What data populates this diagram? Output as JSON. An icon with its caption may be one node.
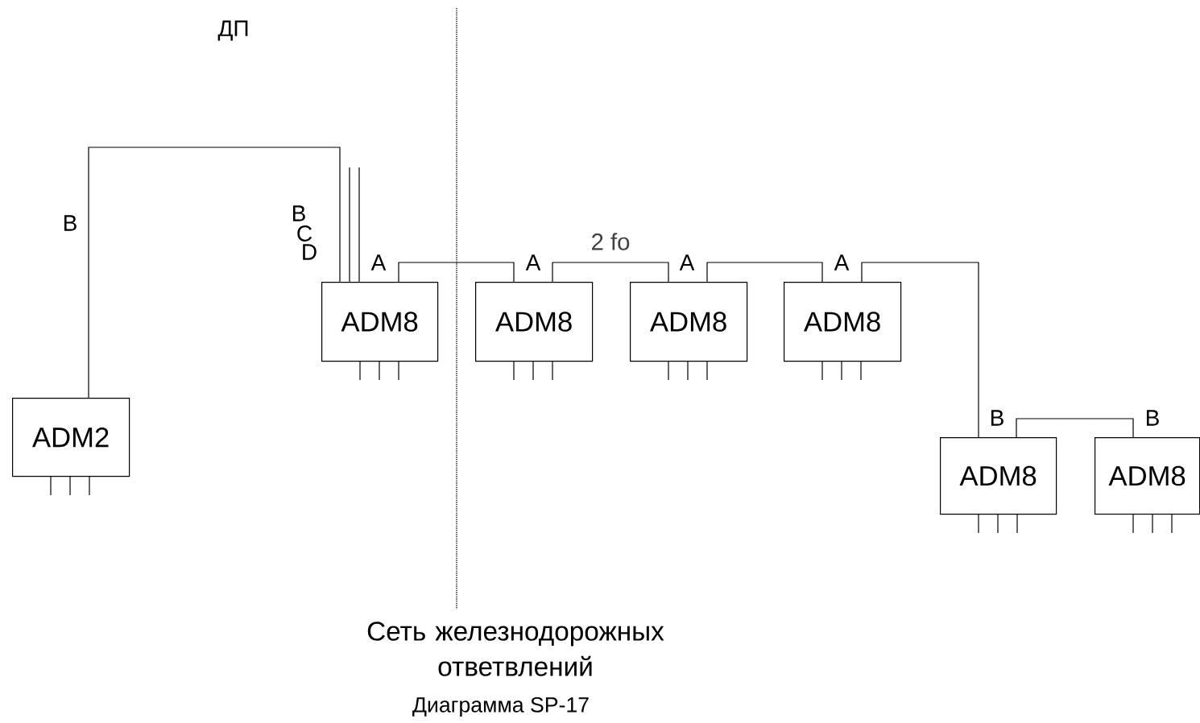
{
  "diagram": {
    "caption": "Диаграмма SP-17",
    "nodes": [
      {
        "text": [
          "ADM2"
        ]
      },
      {
        "text": [
          "ADM8"
        ]
      },
      {
        "text": [
          "ADM8"
        ]
      },
      {
        "text": [
          "ADM8"
        ]
      },
      {
        "text": [
          "ADM8"
        ]
      },
      {
        "text": [
          "ADM8"
        ]
      },
      {
        "text": [
          "ADM8"
        ]
      }
    ],
    "edges": [
      {
        "from": 0,
        "to": 1,
        "arrow": "none"
      },
      {
        "from": 1,
        "to": 2,
        "arrow": "none"
      },
      {
        "from": 2,
        "to": 3,
        "arrow": "none",
        "label": "2 fo"
      },
      {
        "from": 3,
        "to": 4,
        "arrow": "none"
      },
      {
        "from": 4,
        "to": 5,
        "arrow": "none"
      },
      {
        "from": 5,
        "to": 6,
        "arrow": "none"
      },
      {
        "from": null,
        "to": 1,
        "arrow": "none"
      },
      {
        "from": null,
        "to": 1,
        "arrow": "none"
      }
    ],
    "labels": [
      "ДП",
      "B",
      "B",
      "C",
      "D",
      "A",
      "A",
      "A",
      "A",
      "B",
      "B",
      "Сеть железнодорожных ответвлений"
    ]
  }
}
